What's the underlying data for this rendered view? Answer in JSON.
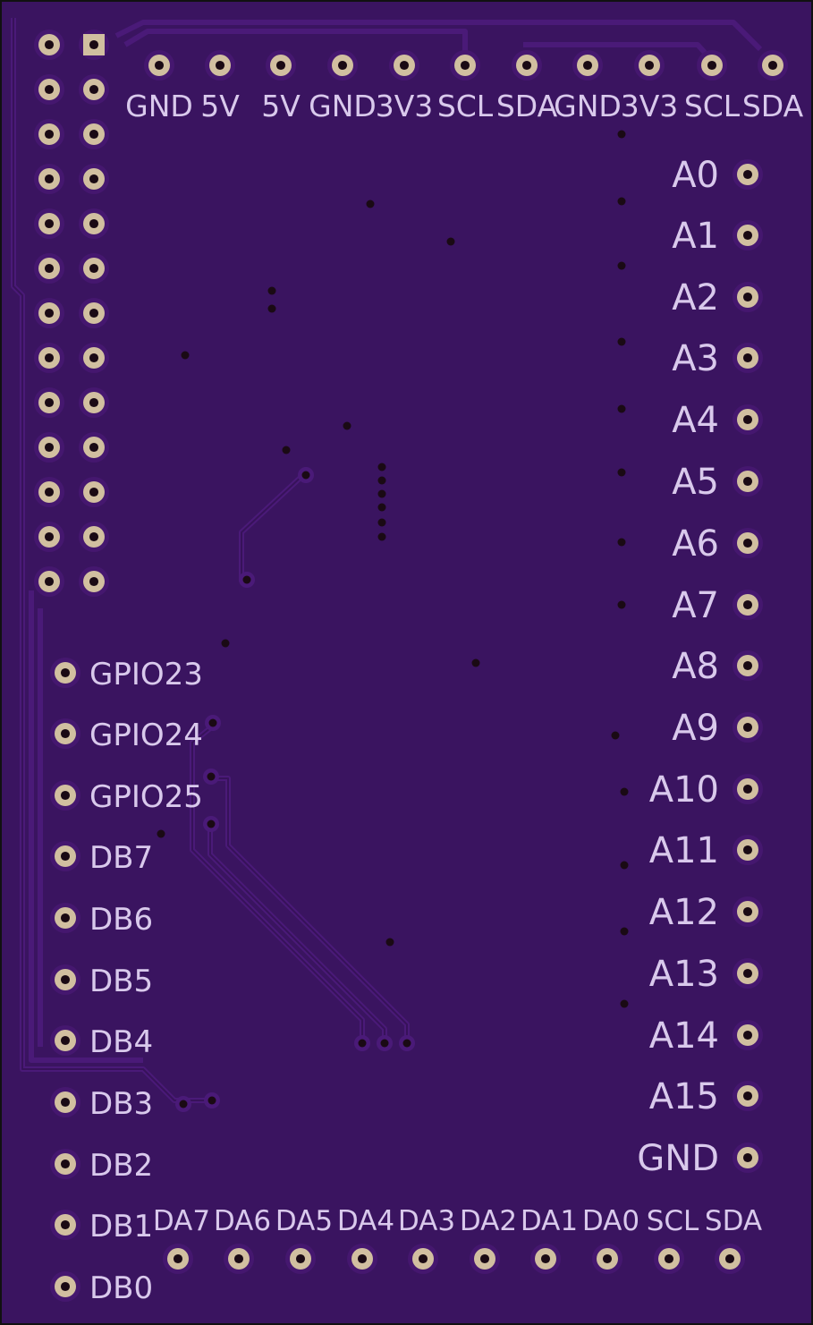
{
  "colors": {
    "board": "#3a1460",
    "copper": "#45176f",
    "pad": "#d1bfa0",
    "silk": "#d9c9ec",
    "hole": "#1a0a14"
  },
  "top_header": [
    "GND",
    "5V",
    "5V",
    "GND",
    "3V3",
    "SCL",
    "SDA",
    "GND",
    "3V3",
    "SCL",
    "SDA"
  ],
  "right_header": [
    "A0",
    "A1",
    "A2",
    "A3",
    "A4",
    "A5",
    "A6",
    "A7",
    "A8",
    "A9",
    "A10",
    "A11",
    "A12",
    "A13",
    "A14",
    "A15",
    "GND"
  ],
  "left_header": [
    "GPIO23",
    "GPIO24",
    "GPIO25",
    "DB7",
    "DB6",
    "DB5",
    "DB4",
    "DB3",
    "DB2",
    "DB1",
    "DB0"
  ],
  "bottom_header": [
    "DA7",
    "DA6",
    "DA5",
    "DA4",
    "DA3",
    "DA2",
    "DA1",
    "DA0",
    "SCL",
    "SDA"
  ]
}
